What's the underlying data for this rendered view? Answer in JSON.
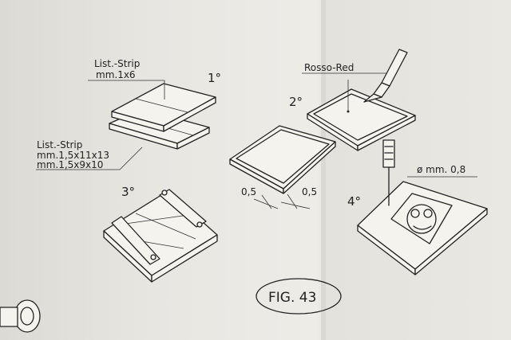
{
  "figure": {
    "label": "FIG. 43",
    "steps": [
      "1°",
      "2°",
      "3°",
      "4°"
    ],
    "strip_top_label": "List.-Strip",
    "strip_top_size": "mm.1x6",
    "strip_bottom_label": "List.-Strip",
    "strip_bottom_size_1": "mm.1,5x11x13",
    "strip_bottom_size_2": "mm.1,5x9x10",
    "paint_label": "Rosso-Red",
    "margin_left": "0,5",
    "margin_right": "0,5",
    "drill_label": "ø mm. 0,8"
  }
}
